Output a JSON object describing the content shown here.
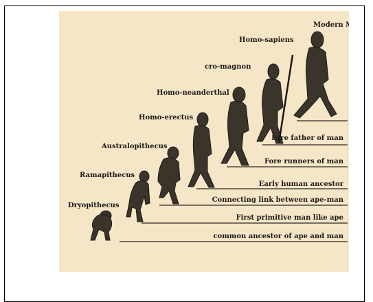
{
  "title": "Modern Man",
  "stages": [
    {
      "name": "Modern Man",
      "description": ""
    },
    {
      "name": "Homo-sapiens",
      "description": "Fore father of man"
    },
    {
      "name": "cro-magnon",
      "description": "Fore runners of man"
    },
    {
      "name": "Homo-neanderthal",
      "description": "Early human ancestor"
    },
    {
      "name": "Homo-erectus",
      "description": "Connecting link between ape-man"
    },
    {
      "name": "Australopithecus",
      "description": "First primitive man like ape"
    },
    {
      "name": "Ramapithecus",
      "description": "common ancestor of ape and man"
    },
    {
      "name": "Dryopithecus",
      "description": ""
    }
  ],
  "colors": {
    "background": "#f6e6c8",
    "ink": "#1c1a16",
    "frame": "#000000"
  }
}
